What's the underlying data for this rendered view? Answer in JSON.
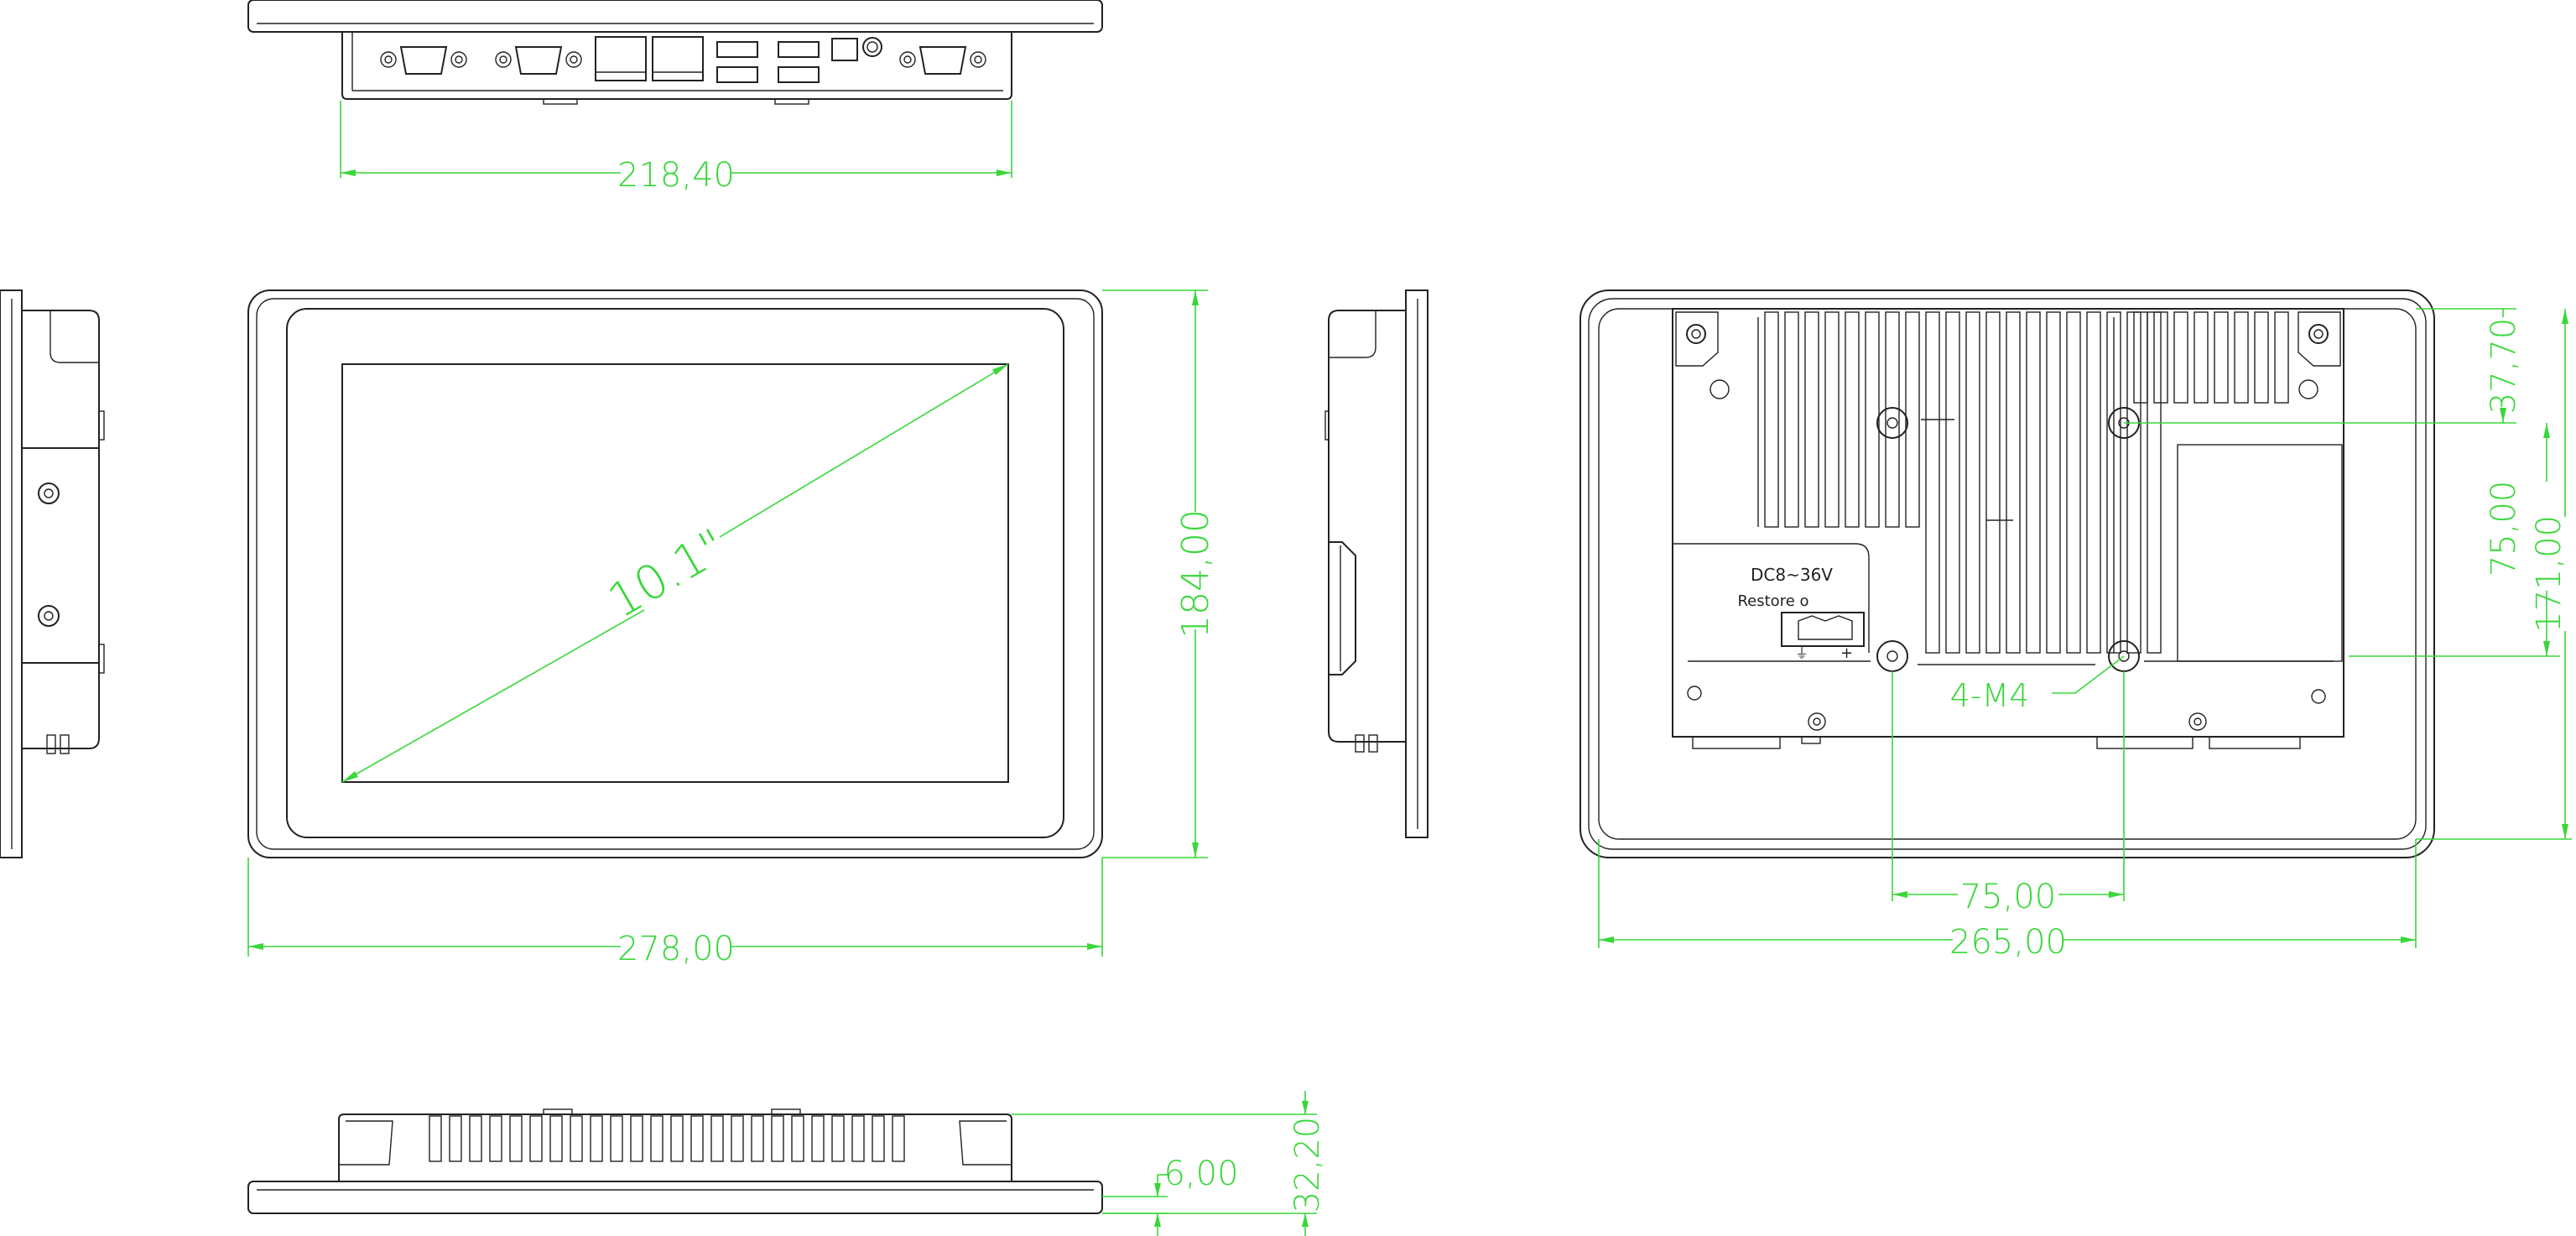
{
  "dimensions": {
    "top_width": "218,40",
    "front_width": "278,00",
    "front_height": "184,00",
    "diagonal": "10.1\"",
    "rear_hole_spacing": "75,00",
    "rear_width": "265,00",
    "rear_upper_offset": "37,70",
    "rear_vertical_spacing": "75,00",
    "rear_height": "171,00",
    "mount_holes": "4-M4",
    "bezel_thickness": "6,00",
    "total_depth": "32,20"
  },
  "labels": {
    "power_input": "DC8~36V",
    "restore": "Restore o"
  },
  "colors": {
    "outline": "#222222",
    "dimension": "#39d739",
    "background": "#ffffff"
  }
}
